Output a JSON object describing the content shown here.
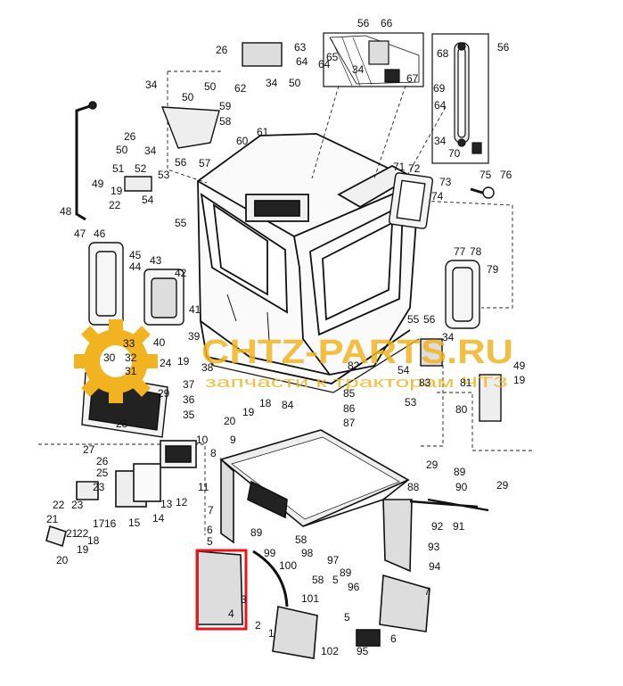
{
  "watermark": {
    "brand": "CHTZ-PARTS.RU",
    "tagline": "запчасти к тракторам ЧТЗ",
    "color": "#f2b320"
  },
  "highlight_color": "#e8161b",
  "callouts": [
    {
      "key": "c56a",
      "t": "56"
    },
    {
      "key": "c66",
      "t": "66"
    },
    {
      "key": "c65",
      "t": "65"
    },
    {
      "key": "c64a",
      "t": "64"
    },
    {
      "key": "c34a",
      "t": "34"
    },
    {
      "key": "c67",
      "t": "67"
    },
    {
      "key": "c68",
      "t": "68"
    },
    {
      "key": "c56b",
      "t": "56"
    },
    {
      "key": "c69",
      "t": "69"
    },
    {
      "key": "c64b",
      "t": "64"
    },
    {
      "key": "c34b",
      "t": "34"
    },
    {
      "key": "c70",
      "t": "70"
    },
    {
      "key": "c26a",
      "t": "26"
    },
    {
      "key": "c63",
      "t": "63"
    },
    {
      "key": "c64c",
      "t": "64"
    },
    {
      "key": "c50a",
      "t": "50"
    },
    {
      "key": "c62",
      "t": "62"
    },
    {
      "key": "c34c",
      "t": "34"
    },
    {
      "key": "c50b",
      "t": "50"
    },
    {
      "key": "c34d",
      "t": "34"
    },
    {
      "key": "c50c",
      "t": "50"
    },
    {
      "key": "c59",
      "t": "59"
    },
    {
      "key": "c58a",
      "t": "58"
    },
    {
      "key": "c26b",
      "t": "26"
    },
    {
      "key": "c50d",
      "t": "50"
    },
    {
      "key": "c34e",
      "t": "34"
    },
    {
      "key": "c57",
      "t": "57"
    },
    {
      "key": "c60",
      "t": "60"
    },
    {
      "key": "c61",
      "t": "61"
    },
    {
      "key": "c51",
      "t": "51"
    },
    {
      "key": "c52",
      "t": "52"
    },
    {
      "key": "c53",
      "t": "53"
    },
    {
      "key": "c56c",
      "t": "56"
    },
    {
      "key": "c49a",
      "t": "49"
    },
    {
      "key": "c19a",
      "t": "19"
    },
    {
      "key": "c22a",
      "t": "22"
    },
    {
      "key": "c48",
      "t": "48"
    },
    {
      "key": "c54a",
      "t": "54"
    },
    {
      "key": "c55a",
      "t": "55"
    },
    {
      "key": "c71",
      "t": "71"
    },
    {
      "key": "c72",
      "t": "72"
    },
    {
      "key": "c73",
      "t": "73"
    },
    {
      "key": "c75",
      "t": "75"
    },
    {
      "key": "c76",
      "t": "76"
    },
    {
      "key": "c74",
      "t": "74"
    },
    {
      "key": "c47",
      "t": "47"
    },
    {
      "key": "c46",
      "t": "46"
    },
    {
      "key": "c45",
      "t": "45"
    },
    {
      "key": "c44",
      "t": "44"
    },
    {
      "key": "c43",
      "t": "43"
    },
    {
      "key": "c42",
      "t": "42"
    },
    {
      "key": "c77",
      "t": "77"
    },
    {
      "key": "c78",
      "t": "78"
    },
    {
      "key": "c79",
      "t": "79"
    },
    {
      "key": "c41",
      "t": "41"
    },
    {
      "key": "c33",
      "t": "33"
    },
    {
      "key": "c40",
      "t": "40"
    },
    {
      "key": "c39",
      "t": "39"
    },
    {
      "key": "c30",
      "t": "30"
    },
    {
      "key": "c32",
      "t": "32"
    },
    {
      "key": "c31",
      "t": "31"
    },
    {
      "key": "c24",
      "t": "24"
    },
    {
      "key": "c19b",
      "t": "19"
    },
    {
      "key": "c38",
      "t": "38"
    },
    {
      "key": "c37",
      "t": "37"
    },
    {
      "key": "c36",
      "t": "36"
    },
    {
      "key": "c29a",
      "t": "29"
    },
    {
      "key": "c35",
      "t": "35"
    },
    {
      "key": "c28",
      "t": "28"
    },
    {
      "key": "c20a",
      "t": "20"
    },
    {
      "key": "c19c",
      "t": "19"
    },
    {
      "key": "c18a",
      "t": "18"
    },
    {
      "key": "c84",
      "t": "84"
    },
    {
      "key": "c85",
      "t": "85"
    },
    {
      "key": "c86",
      "t": "86"
    },
    {
      "key": "c87",
      "t": "87"
    },
    {
      "key": "c55b",
      "t": "55"
    },
    {
      "key": "c56d",
      "t": "56"
    },
    {
      "key": "c34f",
      "t": "34"
    },
    {
      "key": "c54b",
      "t": "54"
    },
    {
      "key": "c82",
      "t": "82"
    },
    {
      "key": "c83",
      "t": "83"
    },
    {
      "key": "c53b",
      "t": "53"
    },
    {
      "key": "c81",
      "t": "81"
    },
    {
      "key": "c49b",
      "t": "49"
    },
    {
      "key": "c19d",
      "t": "19"
    },
    {
      "key": "c80",
      "t": "80"
    },
    {
      "key": "c10",
      "t": "10"
    },
    {
      "key": "c9",
      "t": "9"
    },
    {
      "key": "c8",
      "t": "8"
    },
    {
      "key": "c11",
      "t": "11"
    },
    {
      "key": "c12",
      "t": "12"
    },
    {
      "key": "c27",
      "t": "27"
    },
    {
      "key": "c26c",
      "t": "26"
    },
    {
      "key": "c25",
      "t": "25"
    },
    {
      "key": "c23a",
      "t": "23"
    },
    {
      "key": "c13",
      "t": "13"
    },
    {
      "key": "c14",
      "t": "14"
    },
    {
      "key": "c15",
      "t": "15"
    },
    {
      "key": "c22b",
      "t": "22"
    },
    {
      "key": "c23b",
      "t": "23"
    },
    {
      "key": "c21a",
      "t": "21"
    },
    {
      "key": "c17",
      "t": "17"
    },
    {
      "key": "c16",
      "t": "16"
    },
    {
      "key": "c21b",
      "t": "21"
    },
    {
      "key": "c22c",
      "t": "22"
    },
    {
      "key": "c18b",
      "t": "18"
    },
    {
      "key": "c19e",
      "t": "19"
    },
    {
      "key": "c20b",
      "t": "20"
    },
    {
      "key": "c7a",
      "t": "7"
    },
    {
      "key": "c6a",
      "t": "6"
    },
    {
      "key": "c5a",
      "t": "5"
    },
    {
      "key": "c89a",
      "t": "89"
    },
    {
      "key": "c58b",
      "t": "58"
    },
    {
      "key": "c98",
      "t": "98"
    },
    {
      "key": "c99",
      "t": "99"
    },
    {
      "key": "c100",
      "t": "100"
    },
    {
      "key": "c3",
      "t": "3"
    },
    {
      "key": "c4",
      "t": "4"
    },
    {
      "key": "c2",
      "t": "2"
    },
    {
      "key": "c1",
      "t": "1"
    },
    {
      "key": "c101",
      "t": "101"
    },
    {
      "key": "c58c",
      "t": "58"
    },
    {
      "key": "c97",
      "t": "97"
    },
    {
      "key": "c89b",
      "t": "89"
    },
    {
      "key": "c5b",
      "t": "5"
    },
    {
      "key": "c96",
      "t": "96"
    },
    {
      "key": "c5c",
      "t": "5"
    },
    {
      "key": "c102",
      "t": "102"
    },
    {
      "key": "c95",
      "t": "95"
    },
    {
      "key": "c6b",
      "t": "6"
    },
    {
      "key": "c88",
      "t": "88"
    },
    {
      "key": "c7b",
      "t": "7"
    },
    {
      "key": "c93",
      "t": "93"
    },
    {
      "key": "c94",
      "t": "94"
    },
    {
      "key": "c29b",
      "t": "29"
    },
    {
      "key": "c89c",
      "t": "89"
    },
    {
      "key": "c90",
      "t": "90"
    },
    {
      "key": "c29c",
      "t": "29"
    },
    {
      "key": "c92",
      "t": "92"
    },
    {
      "key": "c91",
      "t": "91"
    }
  ]
}
